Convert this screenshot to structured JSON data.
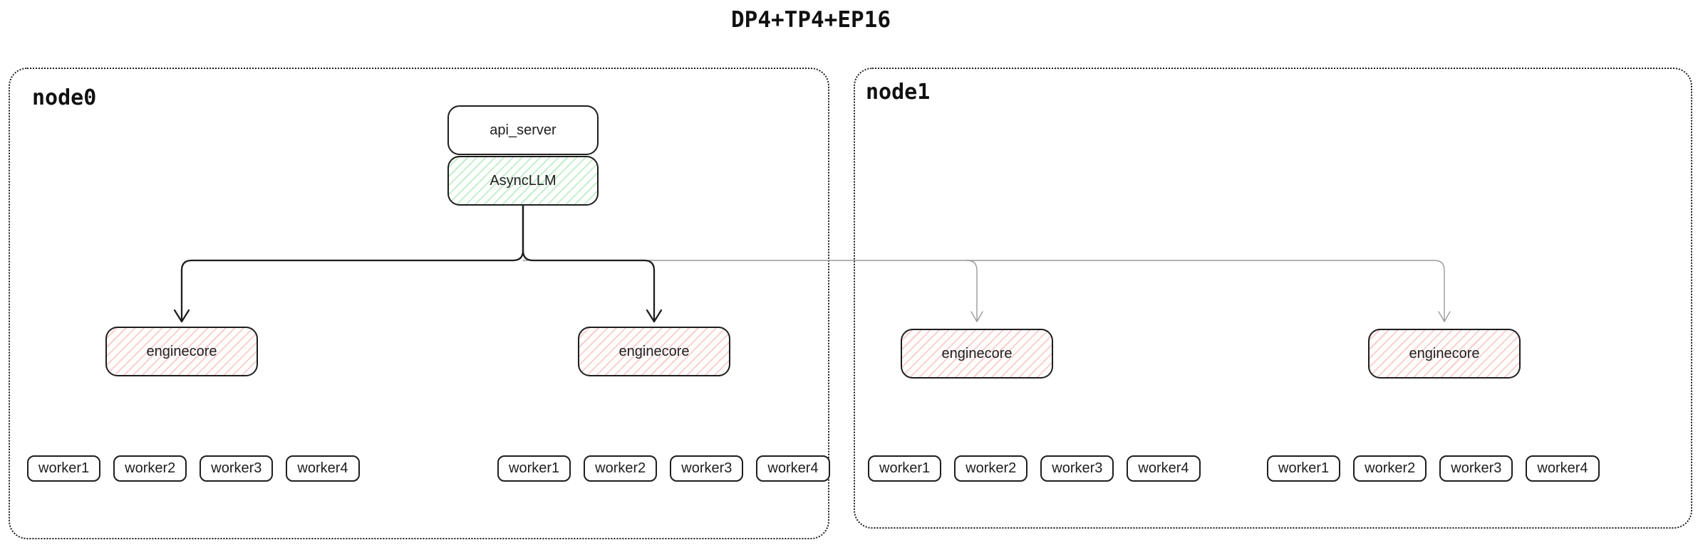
{
  "title": "DP4+TP4+EP16",
  "node0": {
    "label": "node0",
    "api_server_label": "api_server",
    "asyncllm_label": "AsyncLLM",
    "enginecores": [
      {
        "label": "enginecore",
        "workers": [
          "worker1",
          "worker2",
          "worker3",
          "worker4"
        ]
      },
      {
        "label": "enginecore",
        "workers": [
          "worker1",
          "worker2",
          "worker3",
          "worker4"
        ]
      }
    ]
  },
  "node1": {
    "label": "node1",
    "enginecores": [
      {
        "label": "enginecore",
        "workers": [
          "worker1",
          "worker2",
          "worker3",
          "worker4"
        ]
      },
      {
        "label": "enginecore",
        "workers": [
          "worker1",
          "worker2",
          "worker3",
          "worker4"
        ]
      }
    ]
  },
  "colors": {
    "shape_border": "#1e1e1e",
    "green_fill": "#40c057",
    "red_fill": "#e03131",
    "dark_arrow": "#1e1e1e",
    "light_arrow": "#9a9a9a"
  }
}
